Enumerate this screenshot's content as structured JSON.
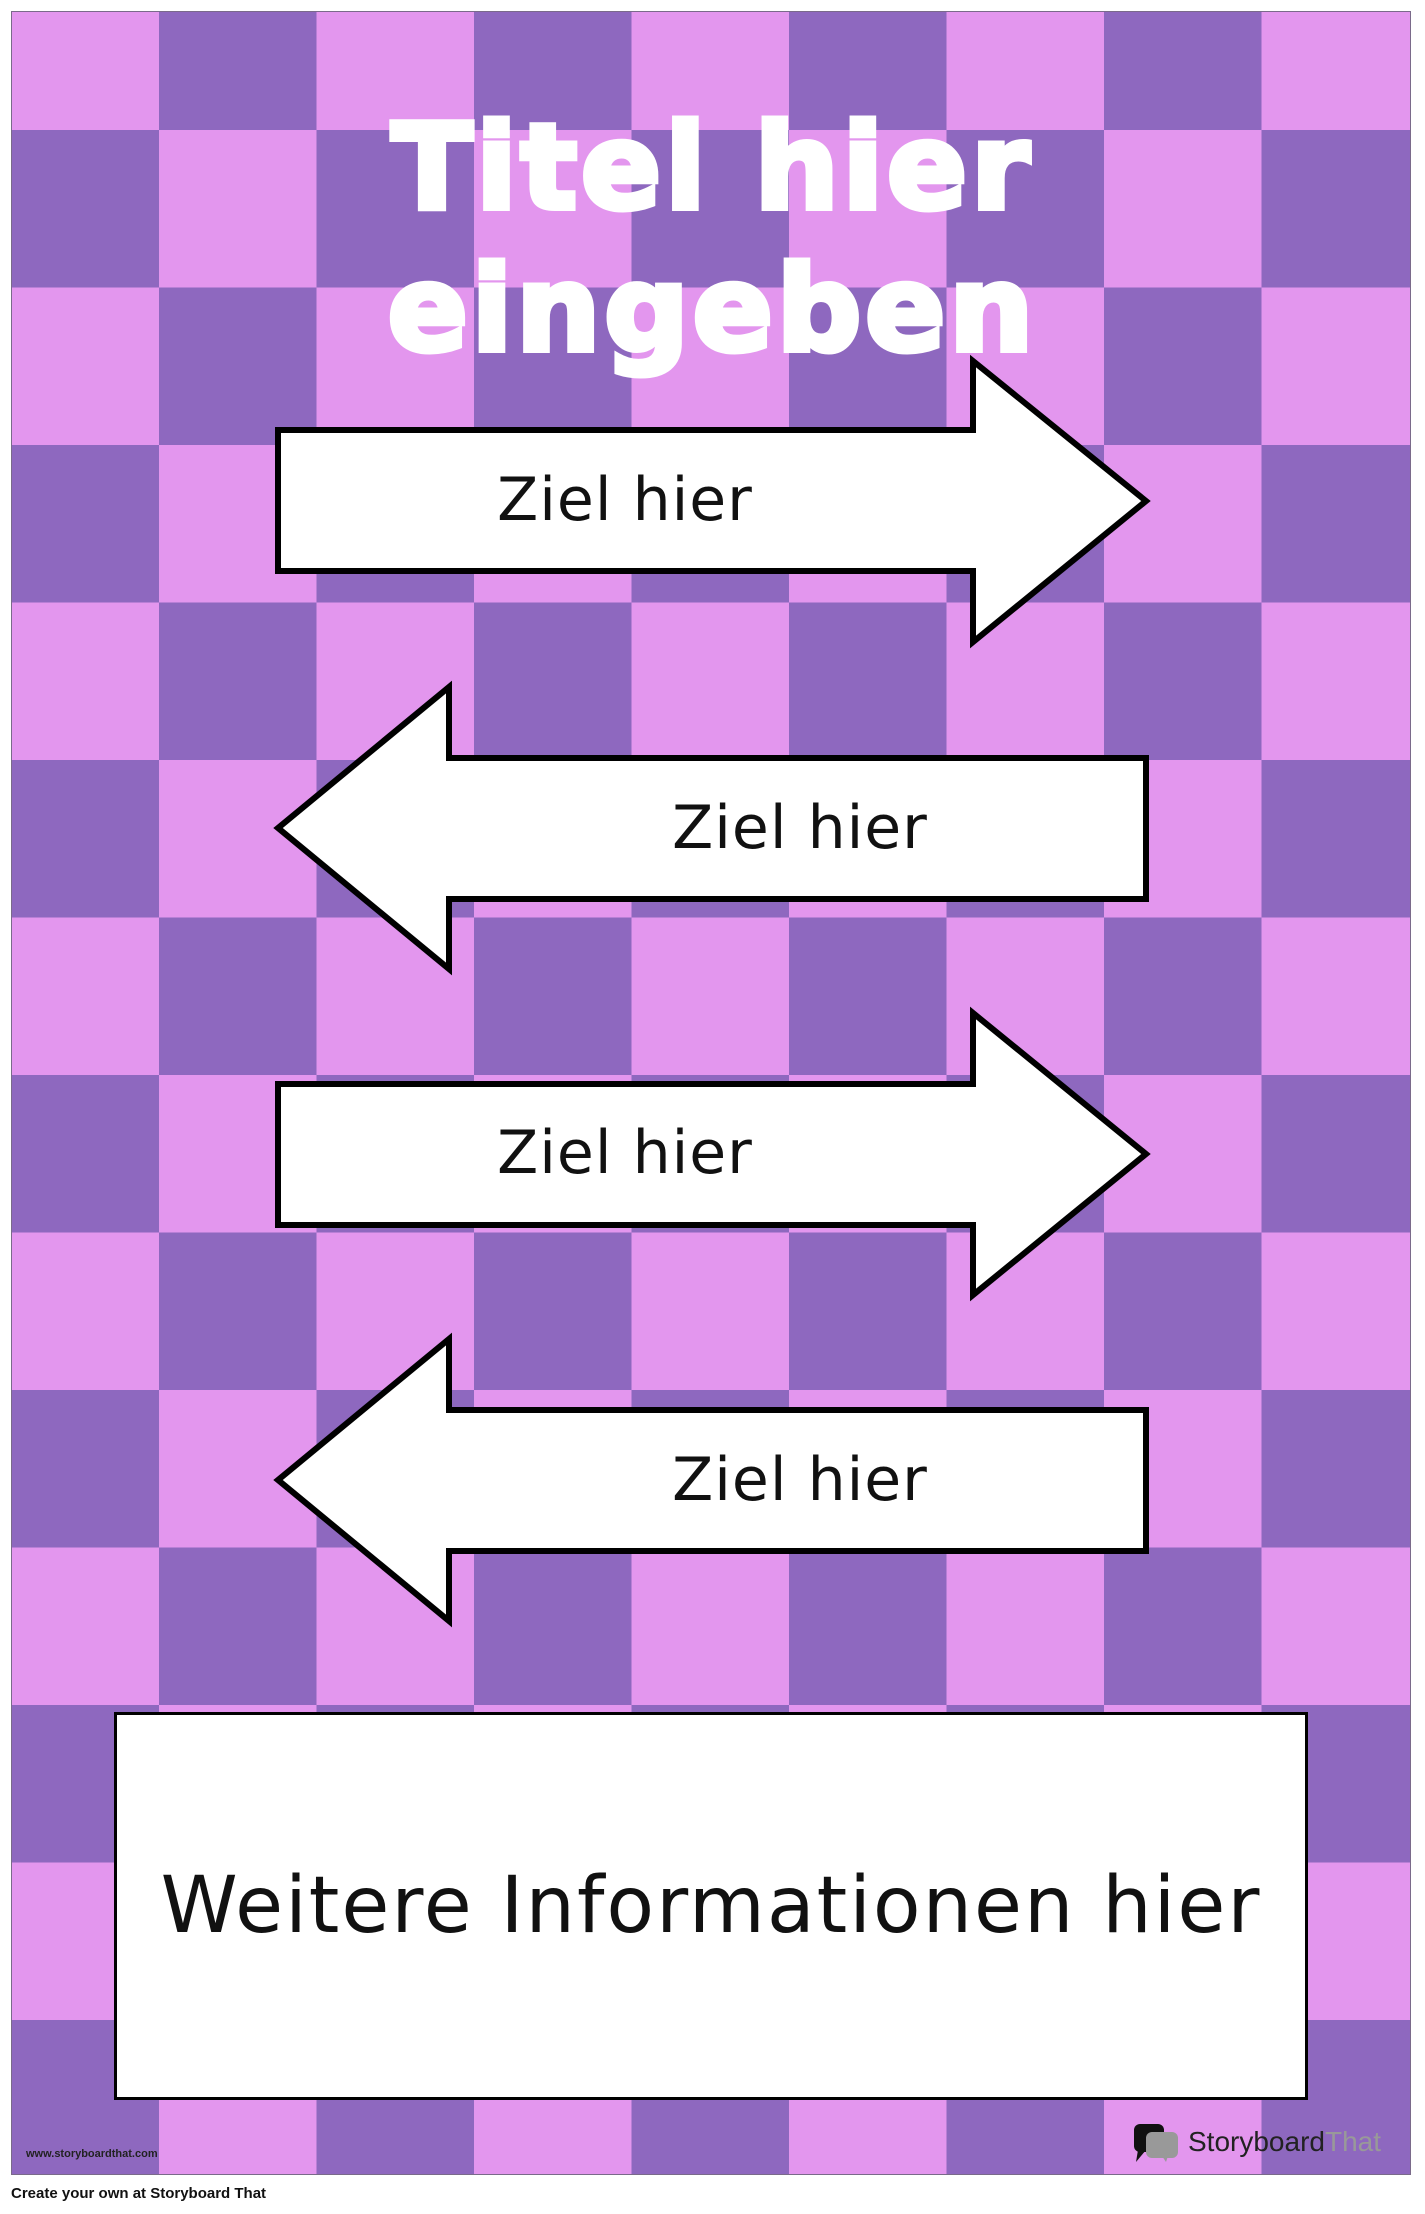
{
  "poster": {
    "title_line1": "Titel hier",
    "title_line2": "eingeben",
    "arrows": [
      {
        "direction": "right",
        "label": "Ziel hier"
      },
      {
        "direction": "left",
        "label": "Ziel hier"
      },
      {
        "direction": "right",
        "label": "Ziel hier"
      },
      {
        "direction": "left",
        "label": "Ziel hier"
      }
    ],
    "info_text": "Weitere Informationen hier"
  },
  "colors": {
    "pink": "#E396EE",
    "purple": "#8E68BF"
  },
  "footer": {
    "url": "www.storyboardthat.com",
    "logo_part1": "Storyboard",
    "logo_part2": "That",
    "credit": "Create your own at Storyboard That"
  }
}
